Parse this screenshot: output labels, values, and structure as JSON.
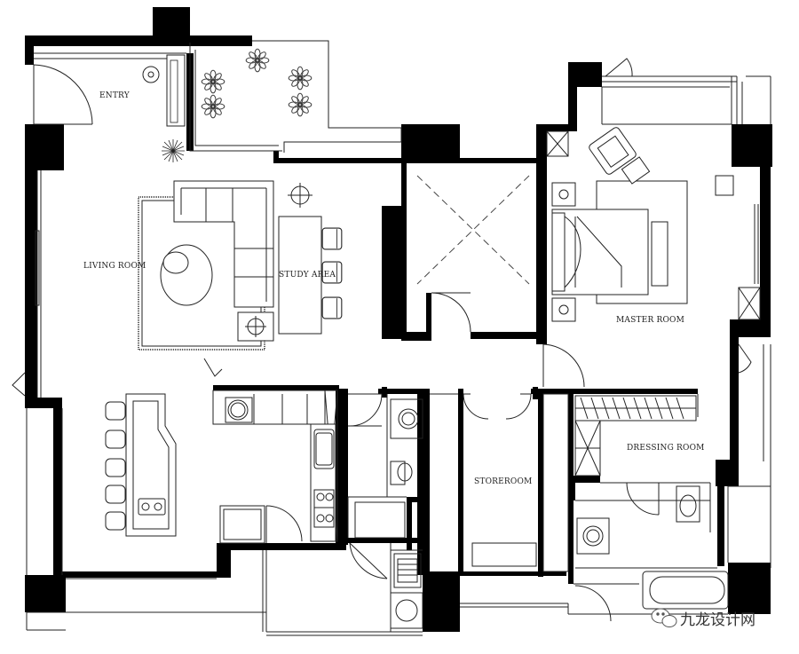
{
  "rooms": {
    "entry": "ENTRY",
    "living_room": "LIVING ROOM",
    "study_area": "STUDY AREA",
    "master_room": "MASTER ROOM",
    "storeroom": "STOREROOM",
    "dressing_room": "DRESSING ROOM"
  },
  "watermark": {
    "text": "九龙设计网",
    "icon": "wechat-logo-icon"
  },
  "colors": {
    "wall": "#000000",
    "line": "#222222",
    "background": "#ffffff"
  }
}
